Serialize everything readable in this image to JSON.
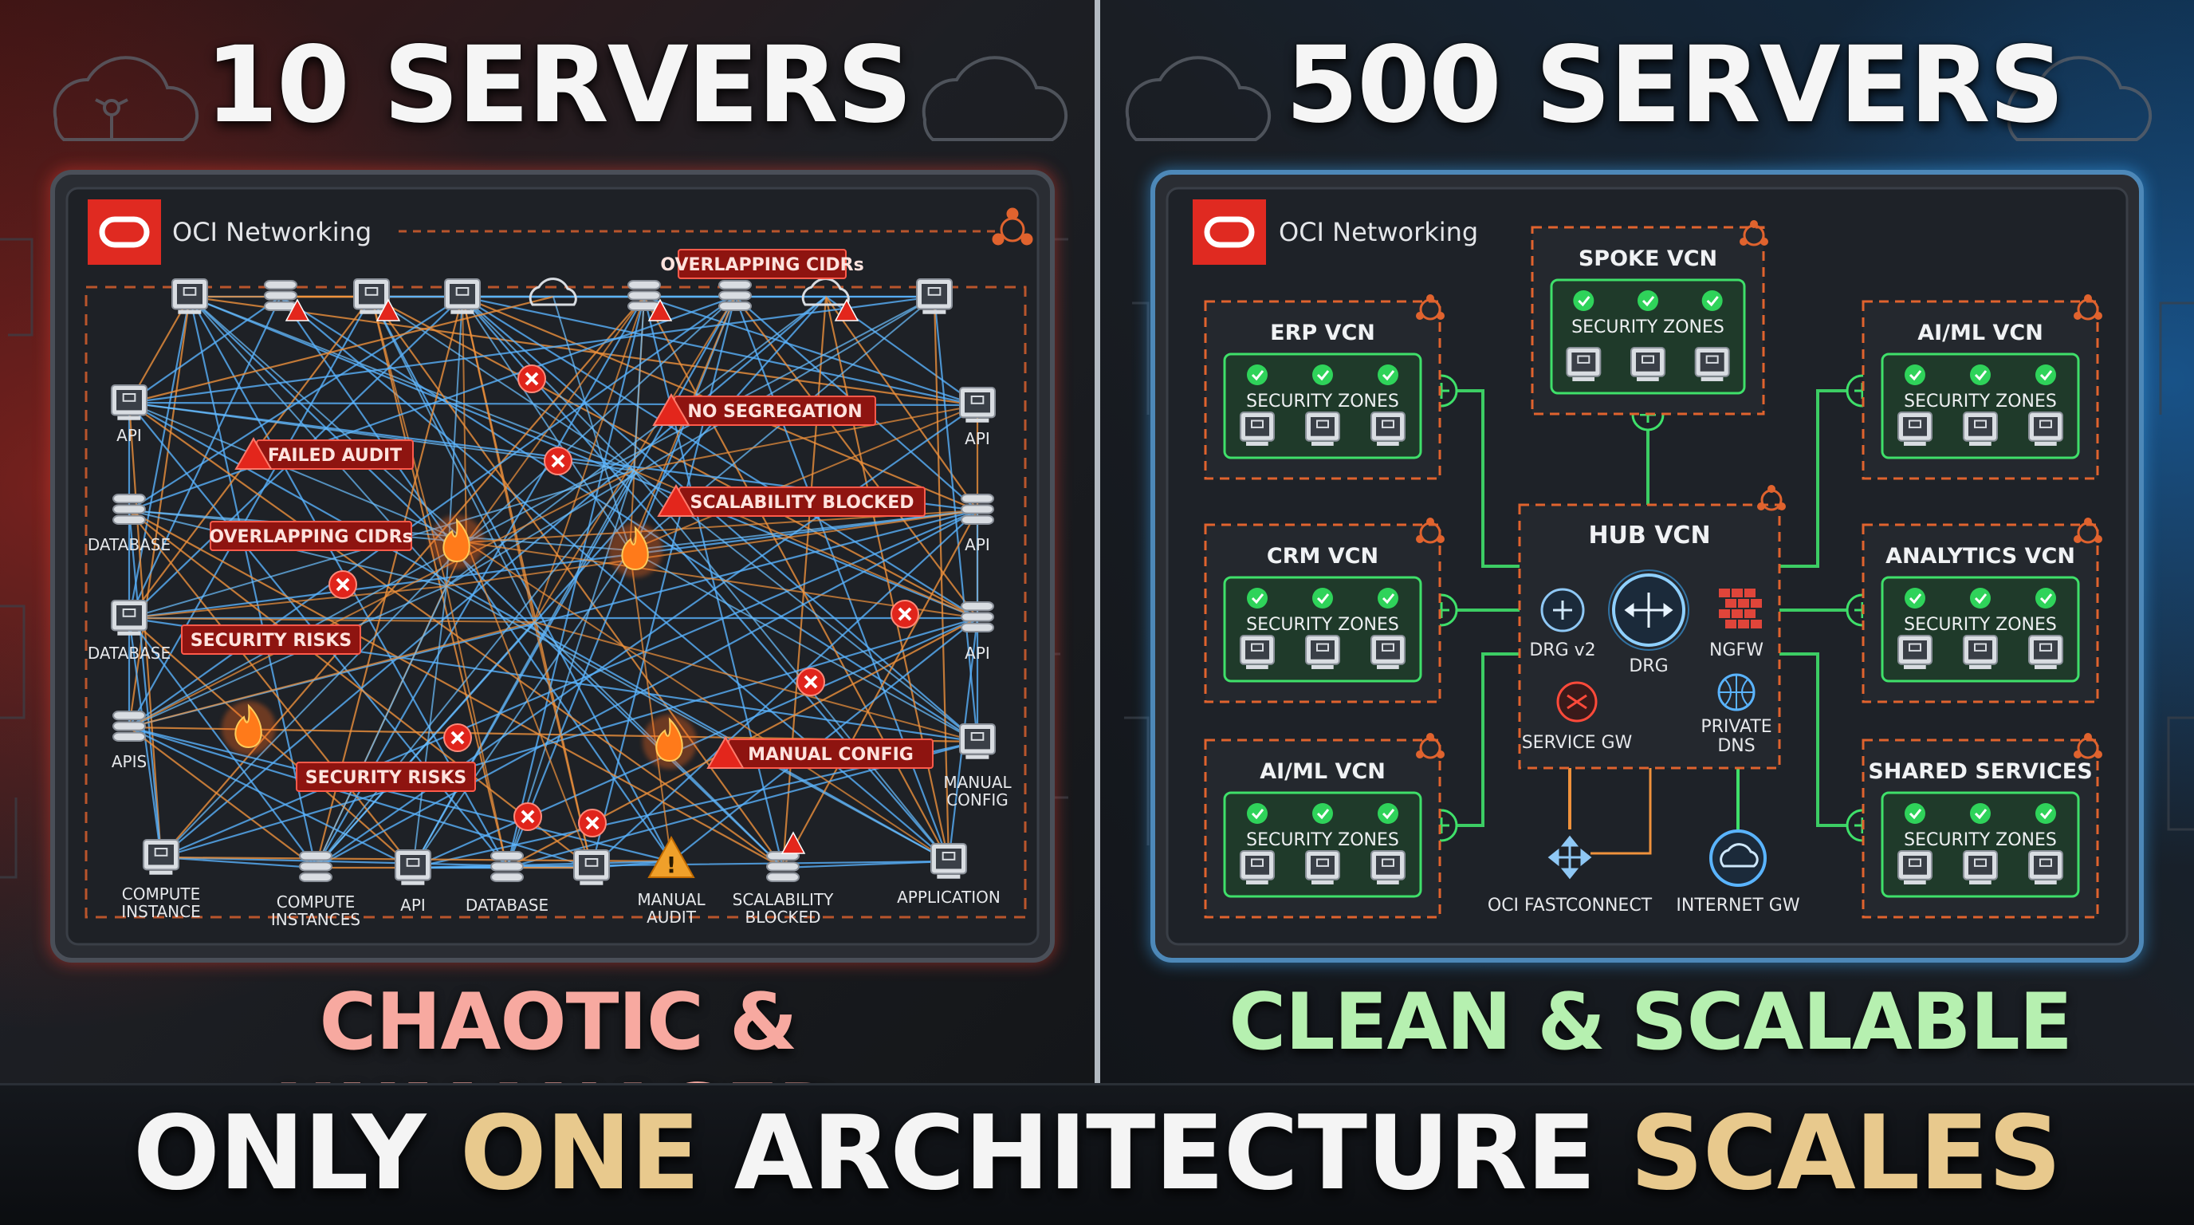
{
  "left_panel": {
    "header": "10 SERVERS",
    "subtitle": "CHAOTIC & UNMANAGED",
    "subtitle_color": "#f7a9a0",
    "frame_color": "#d63a2f",
    "brand_label": "OCI Networking",
    "warnings": [
      "OVERLAPPING CIDRs",
      "NO SEGREGATION",
      "FAILED AUDIT",
      "SCALABILITY BLOCKED",
      "OVERLAPPING CIDRs",
      "SECURITY RISKS",
      "MANUAL CONFIG",
      "SECURITY RISKS"
    ],
    "node_labels": [
      "API",
      "DATABASE",
      "DATABASE",
      "APIS",
      "API",
      "API",
      "API",
      "MANUAL CONFIG",
      "COMPUTE INSTANCE",
      "COMPUTE INSTANCES",
      "API",
      "DATABASE",
      "MANUAL AUDIT",
      "SCALABILITY BLOCKED",
      "APPLICATION"
    ]
  },
  "right_panel": {
    "header": "500 SERVERS",
    "subtitle": "CLEAN & SCALABLE",
    "subtitle_color": "#b6f0b0",
    "frame_color": "#3aa3f0",
    "brand_label": "OCI Networking",
    "zone_label": "SECURITY ZONES",
    "vcns": [
      "SPOKE VCN",
      "ERP VCN",
      "AI/ML VCN",
      "CRM VCN",
      "ANALYTICS VCN",
      "AI/ML VCN",
      "SHARED SERVICES"
    ],
    "hub": {
      "title": "HUB VCN",
      "drg_v2": "DRG v2",
      "drg": "DRG",
      "ngfw": "NGFW",
      "service_gw": "SERVICE GW",
      "private_dns": "PRIVATE DNS"
    },
    "gateways": {
      "fastconnect": "OCI FASTCONNECT",
      "internet": "INTERNET GW"
    }
  },
  "footer": {
    "part1": "ONLY",
    "part2": "ONE",
    "part3": "ARCHITECTURE",
    "part4": "SCALES",
    "accent_color": "#e8c98d"
  },
  "icons": [
    "cloud-icon",
    "oracle-logo-icon",
    "server-icon",
    "database-icon",
    "warning-icon",
    "error-x-icon",
    "fire-icon",
    "check-icon",
    "router-icon",
    "firewall-icon",
    "globe-icon",
    "network-node-icon"
  ]
}
